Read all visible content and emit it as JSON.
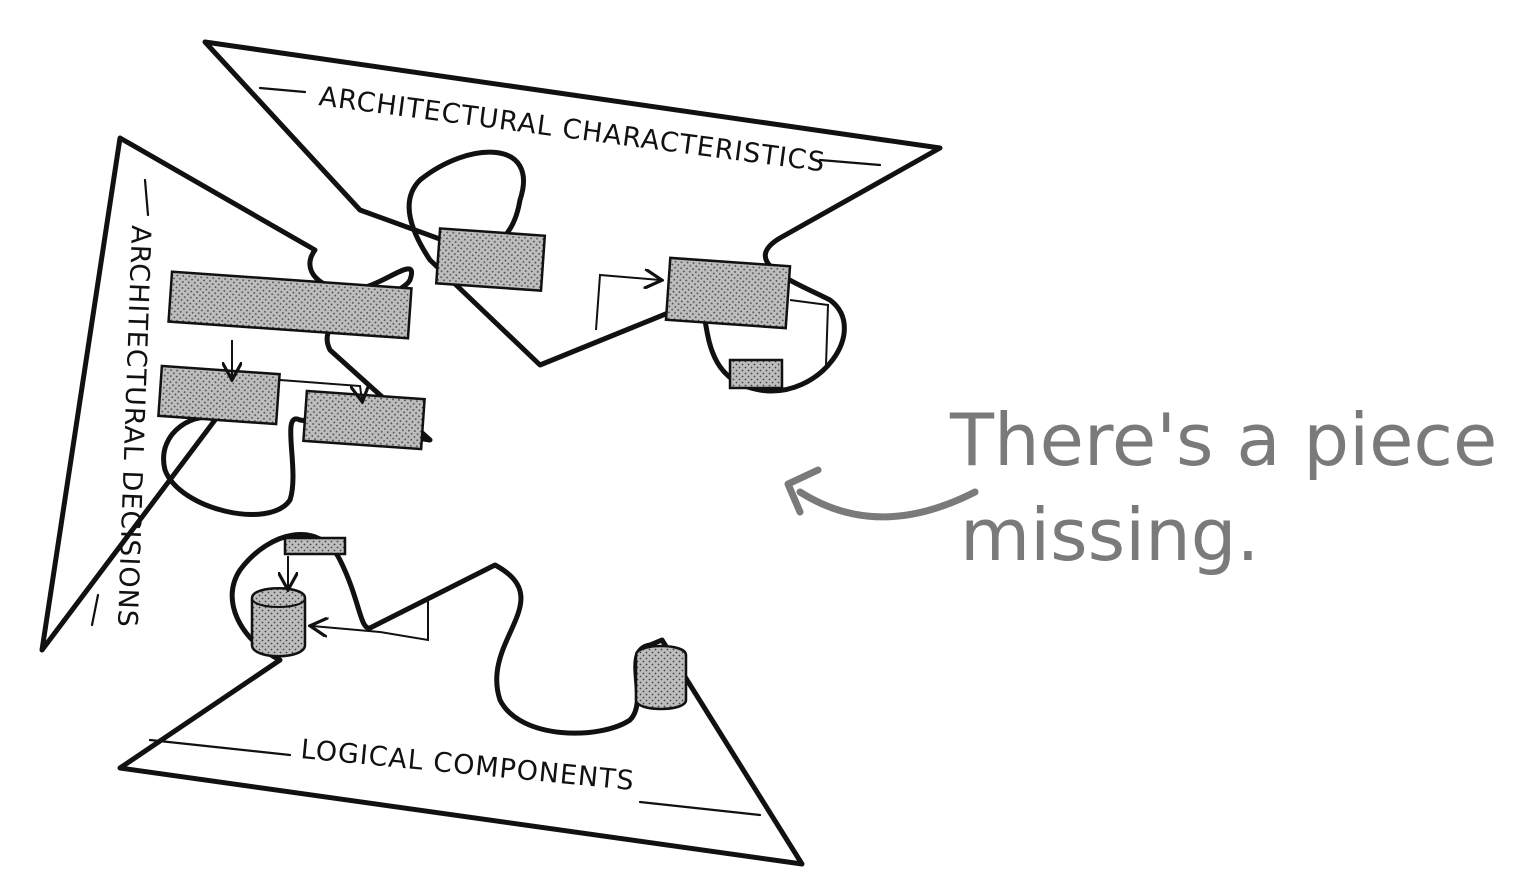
{
  "pieces": {
    "top": {
      "label": "ARCHITECTURAL CHARACTERISTICS"
    },
    "left": {
      "label": "ARCHITECTURAL DECISIONS"
    },
    "bottom": {
      "label": "LOGICAL COMPONENTS"
    }
  },
  "callout": {
    "line1": "There's a piece",
    "line2": "missing."
  },
  "colors": {
    "ink": "#111111",
    "callout": "#7a7a7a",
    "background": "#ffffff"
  }
}
